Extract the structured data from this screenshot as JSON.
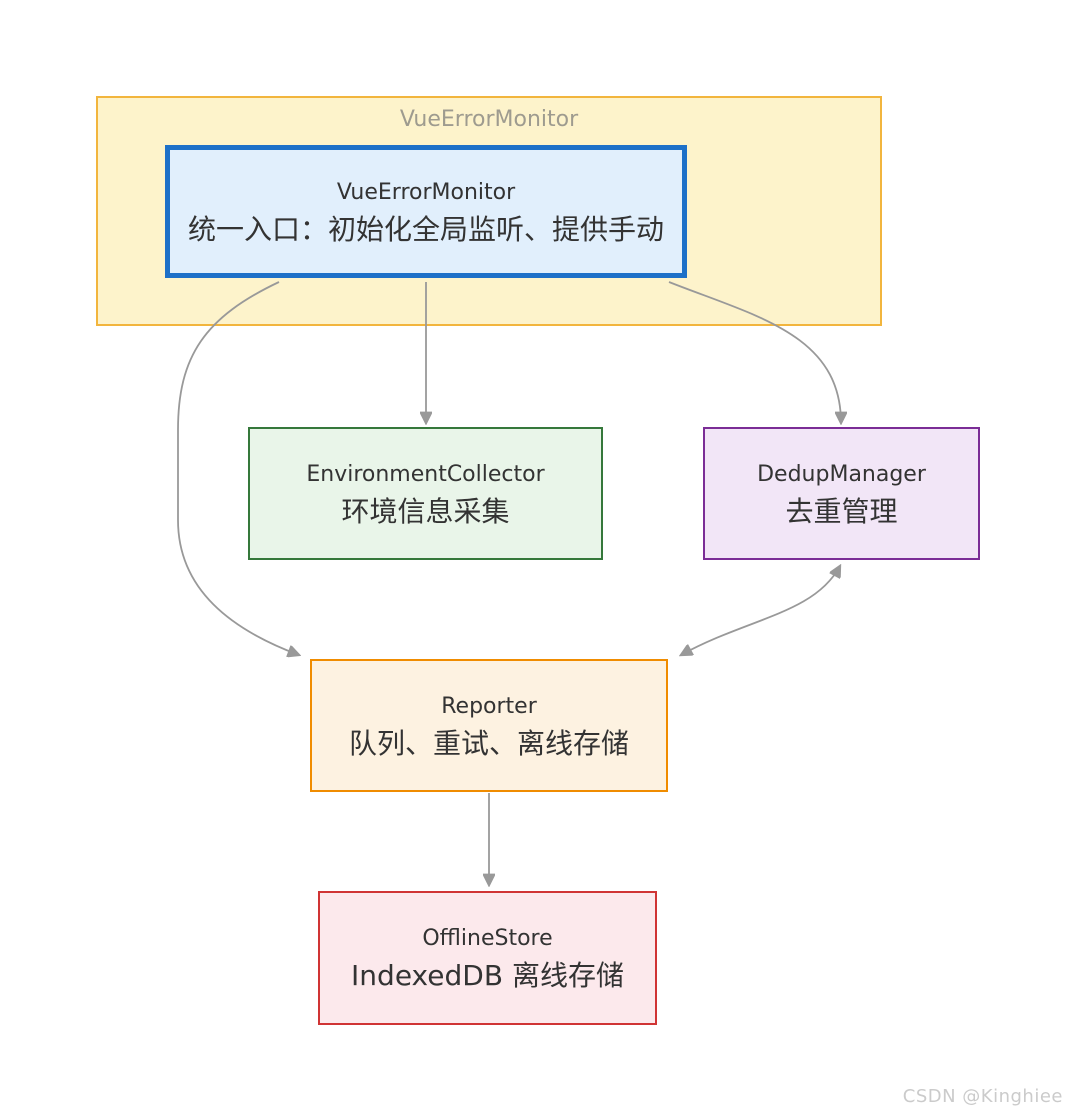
{
  "diagram": {
    "type": "flowchart",
    "container": {
      "title": "VueErrorMonitor",
      "fill": "#fdf3cb",
      "border": "#f2b53d",
      "title_color": "#9e9b8f"
    },
    "nodes": {
      "monitor": {
        "title": "VueErrorMonitor",
        "subtitle": "统一入口：初始化全局监听、提供手动",
        "fill": "#e1effc",
        "border": "#1d70c8"
      },
      "env": {
        "title": "EnvironmentCollector",
        "subtitle": "环境信息采集",
        "fill": "#e9f5e9",
        "border": "#35783b"
      },
      "dedup": {
        "title": "DedupManager",
        "subtitle": "去重管理",
        "fill": "#f2e6f7",
        "border": "#7b2d96"
      },
      "reporter": {
        "title": "Reporter",
        "subtitle": "队列、重试、离线存储",
        "fill": "#fdf2e1",
        "border": "#f08c00"
      },
      "offline": {
        "title": "OfflineStore",
        "subtitle": "IndexedDB 离线存储",
        "fill": "#fce9ec",
        "border": "#d03434"
      }
    },
    "edges": [
      {
        "from": "VueErrorMonitor",
        "to": "EnvironmentCollector",
        "bidirectional": false
      },
      {
        "from": "VueErrorMonitor",
        "to": "DedupManager",
        "bidirectional": false
      },
      {
        "from": "VueErrorMonitor",
        "to": "Reporter",
        "bidirectional": false
      },
      {
        "from": "DedupManager",
        "to": "Reporter",
        "bidirectional": true
      },
      {
        "from": "Reporter",
        "to": "OfflineStore",
        "bidirectional": false
      }
    ],
    "edge_color": "#999999",
    "text_color": "#333333"
  },
  "watermark": {
    "text": "CSDN @Kinghiee",
    "color": "#cbcbcb"
  }
}
